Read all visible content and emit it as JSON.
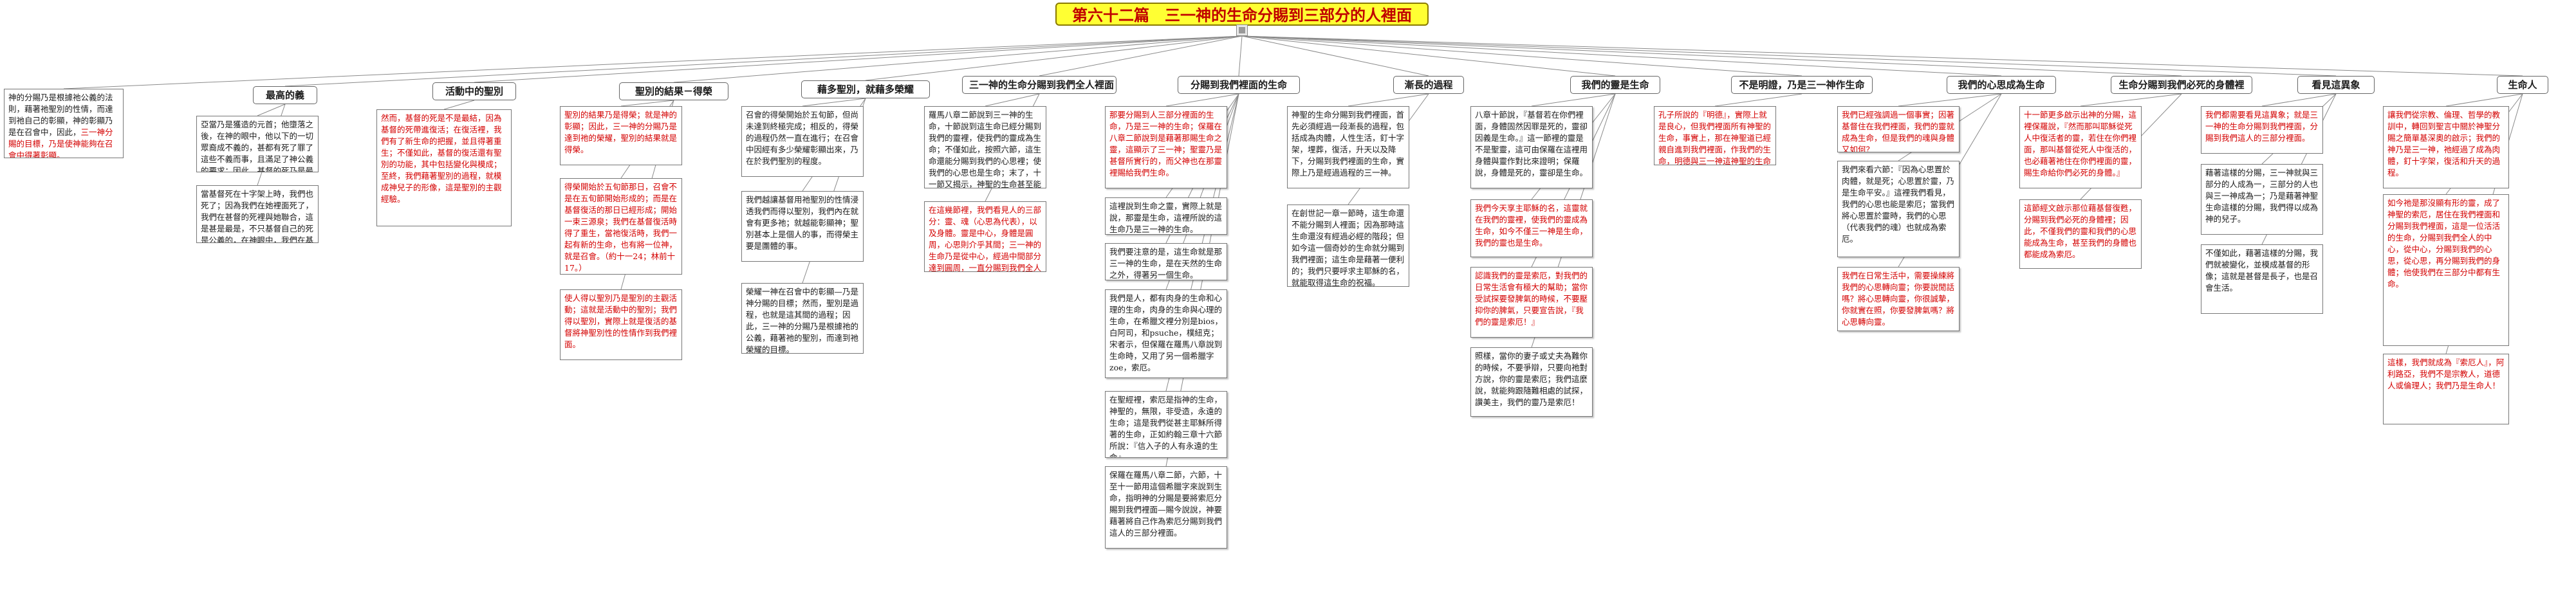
{
  "title": "第六十二篇　三一神的生命分賜到三部分的人裡面",
  "branches": [
    {
      "label": "最高的義",
      "notes": [
        {
          "text": "亞當乃是獲造的元首；他墮落之後，在神的眼中，他以下的一切眾裔成不義的，甚都有死了罪了這些不義而事，且滿足了神公義的要求；因此，甚督的死乃是最高的義。"
        },
        {
          "text": "當基督死在十字架上時，我們也死了；因為我們在她裡面死了，我們在甚督的死裡與她聯合，這是甚是最是，不只基督自己的死是公義的，在神眼中，我們在基督裡的死也是公義的。"
        }
      ]
    },
    {
      "label": "活動中的聖別",
      "notes": [
        {
          "text": "然而，基督的死是不是最結，因為基督的死帶進復活；在復活裡，我們有了新生命的把握，並且得著重生；不僅如此，基督的復活還有聖別的功能，其中包括變化與模成；至終，我們藉著聖別的過程，就模成神兒子的形像，這是聖別的主觀經驗。"
        }
      ]
    },
    {
      "label": "聖別的結果－得榮",
      "notes": [
        {
          "text": "聖別的結果乃是得榮；就是神的彰顯；因此，三一神的分賜乃是達到祂的榮耀，聖別的結果就是得榮。"
        },
        {
          "text": "得榮開始於五旬節那日，召會不是在五旬節開始形成的；而是在基督復活的那日已經形成；開始一束三源泉；我們在基督復活時得了重生，當祂復活時，我們一起有新的生命，也有將一位神，就是召會。（約十一24；林前十17。）"
        },
        {
          "text": "使人得以聖別乃是聖別的主觀活動；這就是活動中的聖別；我們得以聖別，實際上就是復活的基督將神聖別性的性情作到我們裡面。"
        }
      ]
    },
    {
      "label": "藉多聖別，就藉多榮耀",
      "notes": [
        {
          "text": "召會的得榮開始於五旬節，但尚未達到終極完成；相反的，得榮的過程仍然一直在進行；在召會中因經有多少榮耀彰顯出來，乃在於我們聖別的程度。"
        },
        {
          "text": "我們越讓基督用祂聖別的性情浸透我們而得以聖別，我們內在就會有更多祂；就越能彰顯神；聖別甚本上是個人的事，而得榮主要是團體的事。"
        },
        {
          "text": "榮耀一神在召會中的彰顯—乃是神分賜的目標；然而，聖別是過程，也就是這其間的過程；因此，三一神的分賜乃是根據祂的公義，藉著祂的聖別，而達到祂榮耀的目標。"
        }
      ]
    },
    {
      "label": "三一神的生命分賜到我們全人裡面",
      "notes": [
        {
          "text": "羅馬八章二節說到三一神的生命，十節說到這生命已經分賜到我們的靈裡，使我們的靈成為生命；不僅如此，按照六節，這生命還能分賜到我們的心思裡；使我們的心思也是生命；末了，十一節又揭示，神聖的生命甚至能夠分賜到我們死的身體裡。"
        },
        {
          "text": "在這幾節裡，我們看見人的三部分：靈、魂（心思為代表），以及身體。靈是中心，身體是圓周，心思則介乎其間；三一神的生命乃是從中心，經過中間部分達到圓周，一直分賜到我們全人裡面。"
        }
      ]
    },
    {
      "label": "分賜到我們裡面的生命",
      "notes": [
        {
          "text": "那要分賜到人三部分裡面的生命，乃是三一神的生命；保羅在八章二節說到是藉著那賜生命之靈，這顯示了三一神；聖靈乃是甚督所實行的，而父神也在那靈裡賜給我們生命。"
        },
        {
          "text": "這裡說到生命之靈，實際上就是說，那靈是生命，這裡所說的這生命乃是三一神的生命。"
        },
        {
          "text": "我們要注意的是，這生命就是那三一神的生命，是在天然的生命之外，得著另一個生命。"
        },
        {
          "text": "我們是人，都有肉身的生命和心理的生命，肉身的生命與心理的生命，在希臘文裡分別是bios，白阿司，和psuche，樸紐克；宋者示，但保羅在羅馬八章說到生命時，又用了另一個希臘字zoe，索厄。"
        },
        {
          "text": "在聖經裡，索厄是指神的生命，神聖的，無限，非受造，永遠的生命；這是我們從甚主耶穌所得著的生命，正如約翰三章十六節所說：『信入子的人有永遠的生命』。"
        },
        {
          "text": "保羅在羅馬八章二節，六節，十至十一節用這個希臘字來說到生命，指明神的分賜是要將索厄分賜到我們裡面—賜今說說，神要藉著將自己作為索厄分賜到我們這人的三部分裡面。"
        }
      ]
    },
    {
      "label": "漸長的過程",
      "notes": [
        {
          "text": "神聖的生命分賜到我們裡面，首先必須經過一段漸長的過程，包括成為肉體，人性生活，釘十字架，埋葬，復活，升天以及降下，分賜到我們裡面的生命，實際上乃是經過過程的三一神。"
        },
        {
          "text": "在創世記一章一節時，這生命還不能分賜到人裡面；因為那時這生命還沒有經過必經的階段；但如今這一個奇妙的生命就分賜到我們裡面；這生命是藉著一便利的；我們只要呼求主耶穌的名，就能取得這生命的祝福。"
        }
      ]
    },
    {
      "label": "我們的靈是生命",
      "notes": [
        {
          "text": "八章十節說，『基督若在你們裡面，身體固然因罪是死的，靈卻因義是生命。』這一節裡的靈是不是聖靈，這可由保羅在這裡用身體與靈作對比來證明；保羅說，身體是死的，靈卻是生命。"
        },
        {
          "text": "我們今天享主耶穌的名，這靈就在我們的靈裡，使我們的靈成為生命，如今不僅三一神是生命，我們的靈也是生命。"
        },
        {
          "text": "認識我們的靈是索厄，對我們的日常生活會有極大的幫助；當你受試探要發脾氣的時候，不要壓抑你的脾氣，只要宣告說，『我們的靈是索厄！』"
        },
        {
          "text": "照樣，當你的妻子或丈夫為難你的時候，不要爭辯，只要向祂對方說，你的靈是索厄；我們這麼說，就能夠跟隨難相處的試探，讚美主，我們的靈乃是索厄！"
        }
      ]
    },
    {
      "label": "不是明證，乃是三一神作生命",
      "notes": [
        {
          "text": "孔子所說的『明德』，實際上就是良心，但我們裡面所有神聖的生命，事實上，那在神聖道已經親自進到我們裡面，作我們的生命，明德與三一神這神聖的生命是無法比較的。"
        }
      ]
    },
    {
      "label": "我們的心思成為生命",
      "notes": [
        {
          "text": "我們已經強調過一個事實；因著基督住在我們裡面，我們的靈就成為生命，但是我們的魂與身體又如何？"
        },
        {
          "text": "我們來看六節：『因為心思置於肉體，就是死；心思置於靈，乃是生命平安。』這裡我們看見，我們的心思也能是索厄；當我們將心思置於靈時，我們的心思（代表我們的魂）也就成為索厄。"
        },
        {
          "text": "我們在日常生活中，需要操練將我們的心思轉向靈；你要說閒話嗎？將心思轉向靈，你很誠摯，你就實在照，你要發脾氣嗎？將心思轉向靈。"
        }
      ]
    },
    {
      "label": "生命分賜到我們必死的身體裡",
      "notes": [
        {
          "text": "十一節更多啟示出神的分賜，這裡保羅說，『然而那叫耶穌從死人中復活者的靈，若住在你們裡面，那叫基督從死人中復活的，也必藉著祂住在你們裡面的靈，賜生命給你們必死的身體。』"
        },
        {
          "text": "這節經文啟示那位藉基督復甦，分賜到我們必死的身體裡；因此，不僅我們的靈和我們的心思能成為生命，甚至我們的身體也都能成為索厄。"
        }
      ]
    },
    {
      "label": "看見這異象",
      "notes": [
        {
          "text": "我們都需要看見這異象；就是三一神的生命分賜到我們裡面，分賜到我們這人的三部分裡面。"
        },
        {
          "text": "藉著這樣的分賜，三一神就與三部分的人成為一，三部分的人也與三一神成為一；乃是藉著神聖生命這樣的分賜，我們得以成為神的兒子。"
        },
        {
          "text": "不僅如此，藉著這樣的分賜，我們就被變化，並模成基督的形像；這就是甚督是長子，也是召會生活。"
        }
      ]
    },
    {
      "label": "生命人",
      "notes": [
        {
          "text": "讓我們從宗教、倫理、哲學的教訓中，轉回到聖言中關於神聖分賜之簡單基深奧的啟示；我們的神乃是三一神，祂經過了成為肉體，釘十字架，復活和升天的過程。"
        },
        {
          "text": "如今祂是那沒顯有形的靈，成了神聖的索厄，居住在我們裡面和分賜到我們裡面，這是一位活活的生命，分賜到我們全人的中心，從中心，分賜到我們的心思，從心思，再分賜到我們的身體；他使我們在三部分中都有生命。"
        },
        {
          "text": "這樣，我們就成為『索厄人』，阿利路亞，我們不是宗教人，道德人或倫理人；我們乃是生命人！"
        }
      ]
    }
  ]
}
